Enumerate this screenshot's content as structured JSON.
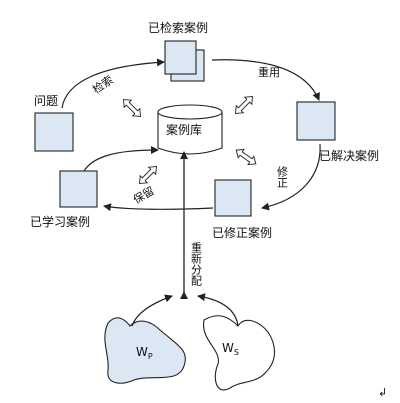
{
  "nodes": {
    "problem": "问题",
    "retrieved": "已检索案例",
    "solved": "已解决案例",
    "revised": "已修正案例",
    "learned": "已学习案例",
    "case_base": "案例库"
  },
  "process": {
    "retrieve": "检索",
    "reuse": "重用",
    "revise": "修正",
    "retain": "保留",
    "redistribute": "重新分配"
  },
  "blobs": {
    "wp_main": "W",
    "wp_sub": "P",
    "ws_main": "W",
    "ws_sub": "S"
  },
  "mark": "↲"
}
